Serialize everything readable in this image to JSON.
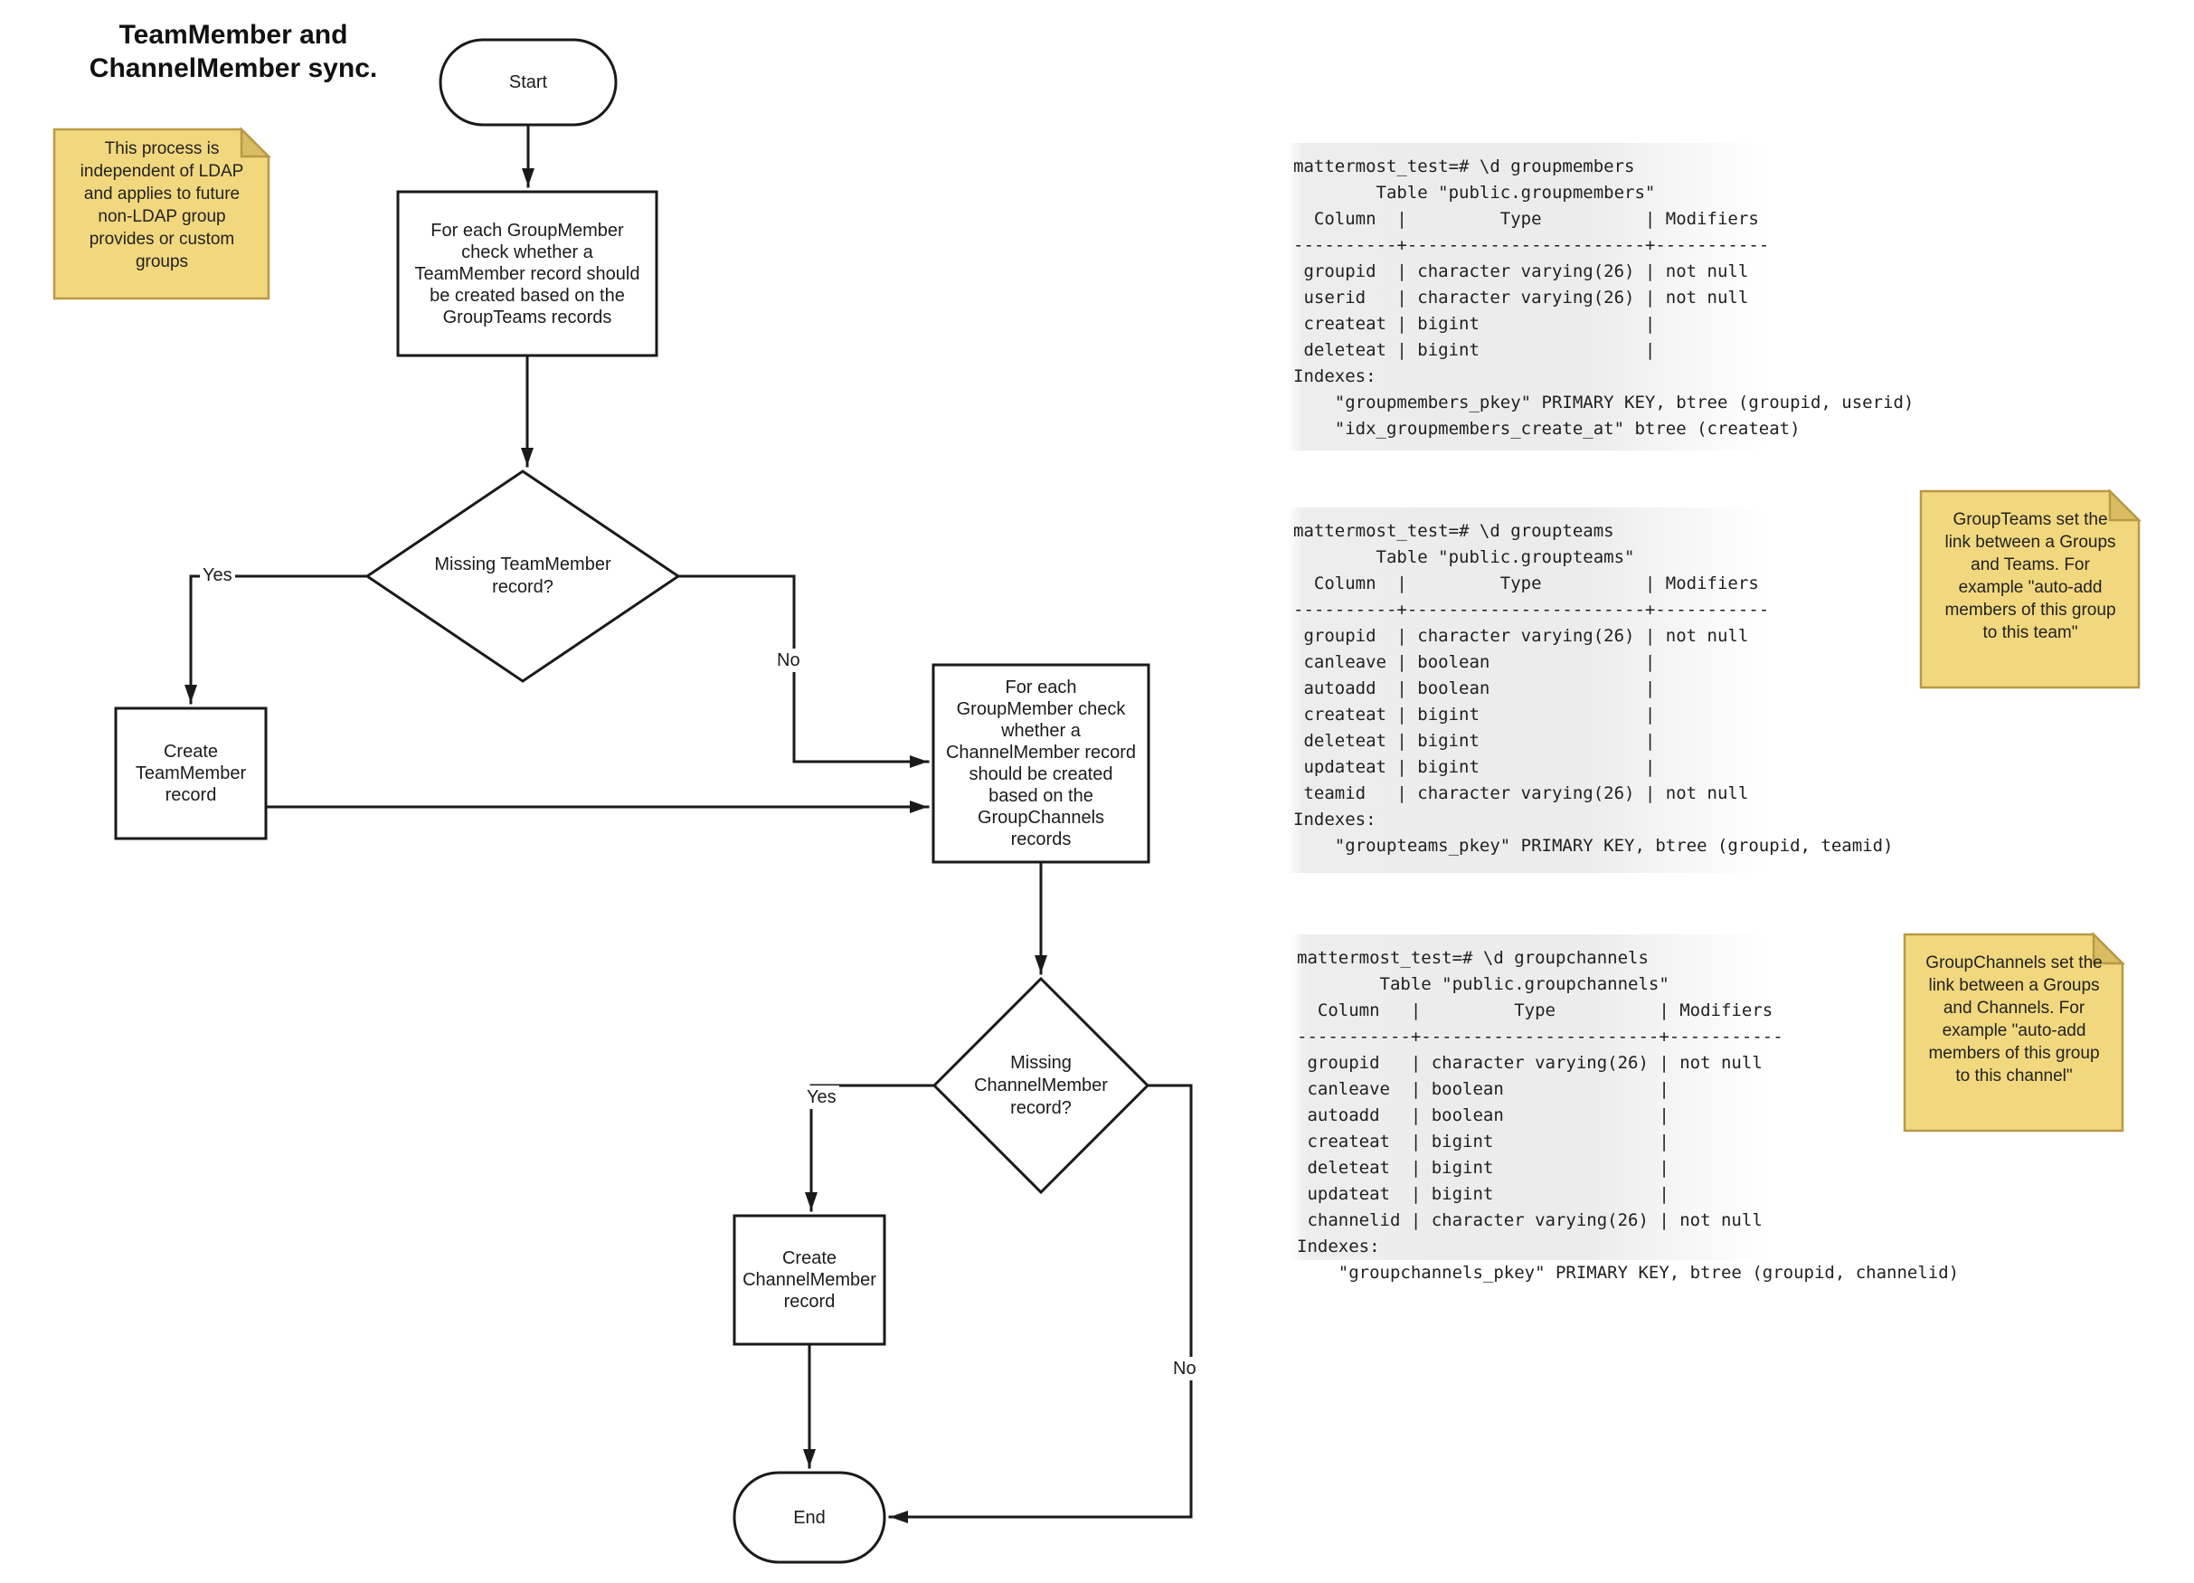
{
  "title": "TeamMember and\nChannelMember sync.",
  "notes": {
    "process_independent": "This process is\nindependent of LDAP\nand applies to future\nnon-LDAP group\nprovides or custom\ngroups",
    "groupteams": "GroupTeams set the\nlink between a Groups\nand Teams. For\nexample \"auto-add\nmembers of this group\nto this team\"",
    "groupchannels": "GroupChannels set the\nlink between a Groups\nand Channels. For\nexample \"auto-add\nmembers of this group\nto this channel\""
  },
  "flowchart": {
    "start_label": "Start",
    "process_teammember": "For each GroupMember\ncheck whether a\nTeamMember record should\nbe created based on the\nGroupTeams records",
    "decision_teammember": "Missing TeamMember\nrecord?",
    "create_teammember": "Create\nTeamMember\nrecord",
    "process_channelmember": "For each\nGroupMember check\nwhether a\nChannelMember record\nshould be created\nbased on the\nGroupChannels\nrecords",
    "decision_channelmember": "Missing\nChannelMember\nrecord?",
    "create_channelmember": "Create\nChannelMember\nrecord",
    "end_label": "End",
    "yes1": "Yes",
    "no1": "No",
    "yes2": "Yes",
    "no2": "No"
  },
  "code_blocks": {
    "groupmembers": "mattermost_test=# \\d groupmembers\n        Table \"public.groupmembers\"\n  Column  |         Type          | Modifiers\n----------+-----------------------+-----------\n groupid  | character varying(26) | not null\n userid   | character varying(26) | not null\n createat | bigint                |\n deleteat | bigint                |\nIndexes:\n    \"groupmembers_pkey\" PRIMARY KEY, btree (groupid, userid)\n    \"idx_groupmembers_create_at\" btree (createat)",
    "groupteams": "mattermost_test=# \\d groupteams\n        Table \"public.groupteams\"\n  Column  |         Type          | Modifiers\n----------+-----------------------+-----------\n groupid  | character varying(26) | not null\n canleave | boolean               |\n autoadd  | boolean               |\n createat | bigint                |\n deleteat | bigint                |\n updateat | bigint                |\n teamid   | character varying(26) | not null\nIndexes:\n    \"groupteams_pkey\" PRIMARY KEY, btree (groupid, teamid)",
    "groupchannels": "mattermost_test=# \\d groupchannels\n        Table \"public.groupchannels\"\n  Column   |         Type          | Modifiers\n-----------+-----------------------+-----------\n groupid   | character varying(26) | not null\n canleave  | boolean               |\n autoadd   | boolean               |\n createat  | bigint                |\n deleteat  | bigint                |\n updateat  | bigint                |\n channelid | character varying(26) | not null\nIndexes:\n    \"groupchannels_pkey\" PRIMARY KEY, btree (groupid, channelid)"
  },
  "colors": {
    "note_fill": "#F1D87E",
    "note_border": "#B89A45",
    "note_fold": "#DABD62",
    "code_background": "#ECECEC",
    "stroke": "#1A1A1A"
  }
}
